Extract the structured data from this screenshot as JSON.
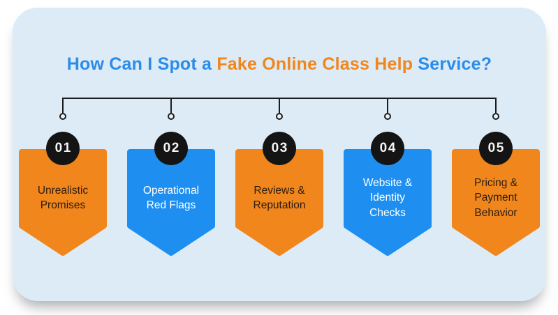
{
  "title": {
    "text": "How Can I Spot a Fake Online Class Help Service?",
    "segments": [
      {
        "text": "How Can I Spot a ",
        "color": "#2b8ce9"
      },
      {
        "text": "Fake Online Class Help ",
        "color": "#f0861f"
      },
      {
        "text": "Service?",
        "color": "#2b8ce9"
      }
    ]
  },
  "steps": [
    {
      "number": "01",
      "label": "Unrealistic\nPromises",
      "variant": "orange"
    },
    {
      "number": "02",
      "label": "Operational\nRed Flags",
      "variant": "blue"
    },
    {
      "number": "03",
      "label": "Reviews &\nReputation",
      "variant": "orange"
    },
    {
      "number": "04",
      "label": "Website &\nIdentity\nChecks",
      "variant": "blue"
    },
    {
      "number": "05",
      "label": "Pricing &\nPayment\nBehavior",
      "variant": "orange"
    }
  ],
  "colors": {
    "title-blue": "#2b8ce9",
    "title-orange": "#f0861f",
    "banner-orange": "#f0861c",
    "banner-blue": "#1e8ff0",
    "banner-text-dark": "#2e1c0e",
    "banner-text-light": "#ffffff",
    "badge-bg": "#141414",
    "badge-text": "#f5f5f5",
    "card-bg": "#dcebf6",
    "connector": "#1c1c1c"
  }
}
